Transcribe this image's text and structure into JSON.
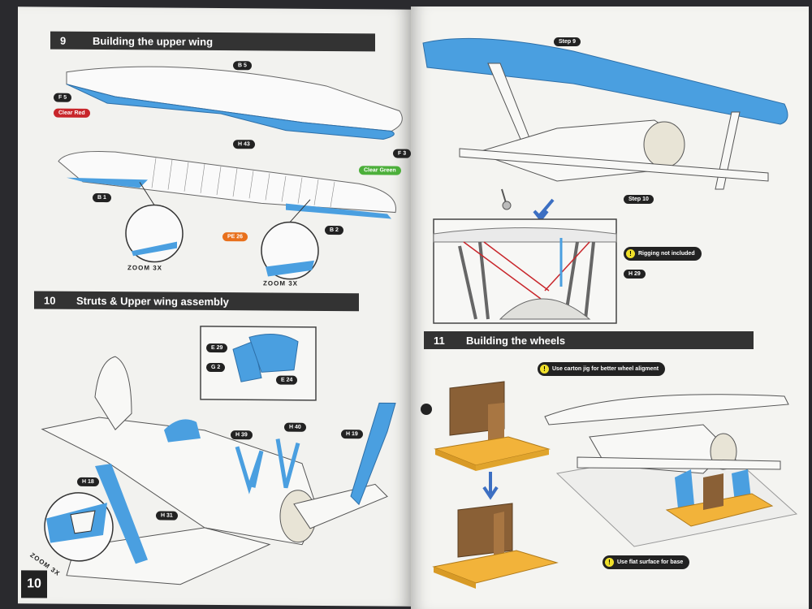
{
  "left_page": {
    "page_number": "10",
    "step9": {
      "number": "9",
      "title": "Building the upper wing"
    },
    "step10": {
      "number": "10",
      "title": "Struts & Upper wing assembly"
    },
    "labels": {
      "b5": "B 5",
      "f5": "F 5",
      "clear_red": "Clear Red",
      "h43": "H 43",
      "f3": "F 3",
      "clear_green": "Clear Green",
      "b1": "B 1",
      "b2": "B 2",
      "pe26": "PE 26",
      "e29": "E 29",
      "g2": "G 2",
      "e24": "E 24",
      "h39": "H 39",
      "h40": "H 40",
      "h19": "H 19",
      "h18": "H 18",
      "h31": "H 31"
    },
    "zoom_label": "ZOOM 3X"
  },
  "right_page": {
    "step9_ref": "Step 9",
    "step10_ref": "Step 10",
    "rigging_note": "Rigging not included",
    "h29": "H 29",
    "step11": {
      "number": "11",
      "title": "Building the wheels"
    },
    "jig_note": "Use carton jig for better wheel aligment",
    "flat_note": "Use flat surface for base"
  },
  "colors": {
    "accent_blue": "#4a9fe0",
    "header_bg": "#333333",
    "clear_red": "#c8262b",
    "clear_green": "#4caf3a",
    "jig_yellow": "#f2b33a",
    "jig_brown": "#8a6036"
  }
}
